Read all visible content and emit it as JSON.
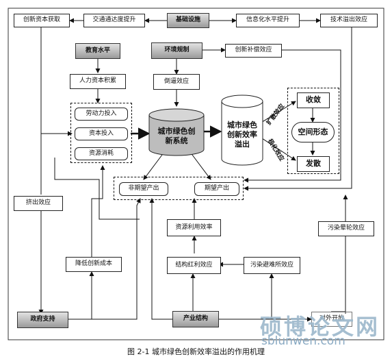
{
  "nodes": {
    "innovation_capital": "创新资本获取",
    "transport": "交通通达度提升",
    "infrastructure": "基础设施",
    "informatization": "信息化水平提升",
    "tech_spillover": "技术溢出效应",
    "education": "教育水平",
    "environment_reg": "环境规制",
    "innovation_compensation": "创新补偿效应",
    "human_capital": "人力资本积累",
    "forced_effect": "倒逼效应",
    "labor_input": "劳动力投入",
    "capital_input": "资本投入",
    "resource_consumption": "资源消耗",
    "urban_green_system": "城市绿色创新系统",
    "spillover_cylinder": "城市绿色创新效率溢出",
    "convergence": "收敛",
    "spatial_form": "空间形态",
    "divergence": "发散",
    "diffusion_effect": "扩散效应",
    "polarization_effect": "极化效应",
    "undesired_output": "非期望产出",
    "desired_output": "期望产出",
    "crowding_out": "挤出效应",
    "resource_efficiency": "资源利用效率",
    "pollution_shadow": "污染晕轮效应",
    "structural_dividend": "结构红利效应",
    "pollution_haven": "污染避难所效应",
    "lower_cost": "降低创新成本",
    "government_support": "政府支持",
    "industrial_structure": "产业结构",
    "opening_up": "对外开放"
  },
  "caption": "图 2-1   城市绿色创新效率溢出的作用机理",
  "watermark": {
    "cn": "硕博论文网",
    "url": "sblunwen.com"
  }
}
